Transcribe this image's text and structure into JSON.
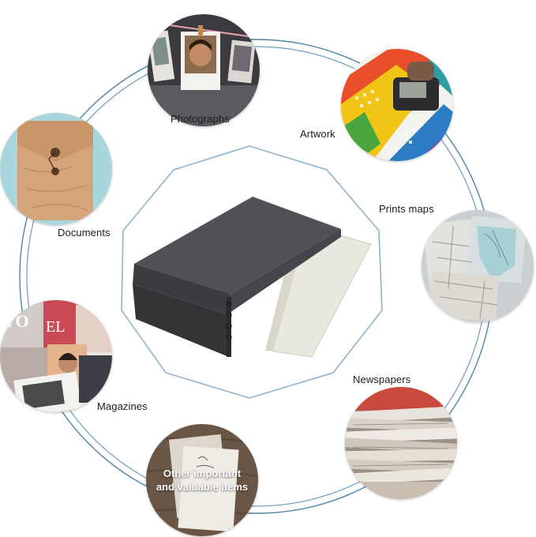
{
  "labels": {
    "photographs": "Photographs",
    "artwork": "Artwork",
    "documents": "Documents",
    "prints_maps": "Prints maps",
    "magazines": "Magazines",
    "newspapers": "Newspapers",
    "other_line1": "Other important",
    "other_line2": "and valuable items"
  },
  "icons": {
    "center": "archival-storage-box",
    "photographs": "hanging-photographs",
    "artwork": "calendar-artwork-with-color-meter",
    "documents": "kraft-envelope",
    "prints_maps": "vintage-maps",
    "magazines": "magazine-covers",
    "newspapers": "newspaper-stack",
    "other": "paper-on-wood"
  },
  "colors": {
    "ring": "#4c86a8",
    "octagon": "#8fb4cc",
    "box": "#4a4c4f",
    "liner": "#ecebe2"
  }
}
